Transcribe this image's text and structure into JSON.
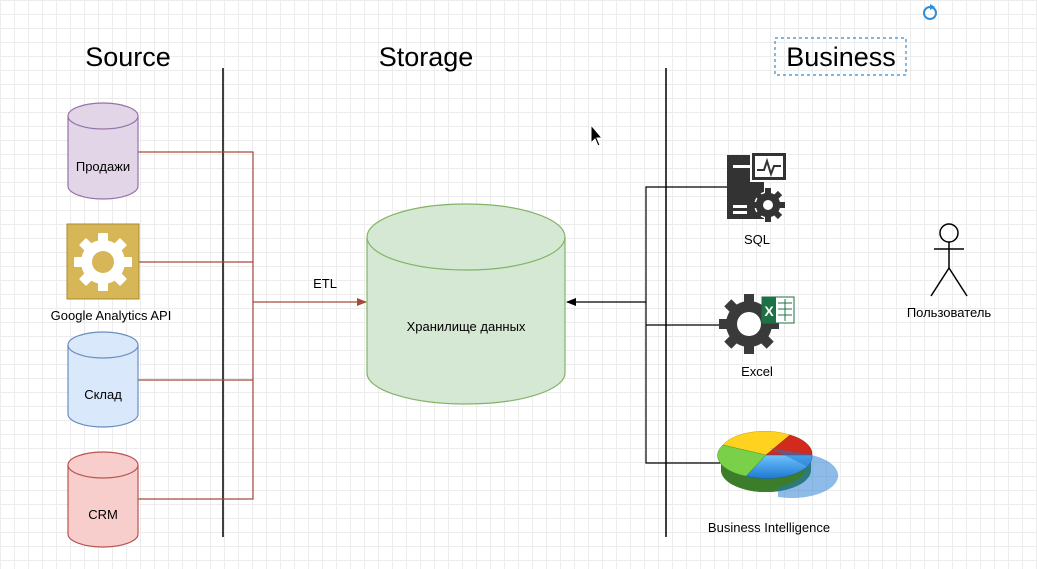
{
  "diagram": {
    "columns": {
      "source": "Source",
      "storage": "Storage",
      "business": "Business"
    },
    "sources": [
      {
        "label": "Продажи",
        "shape": "cylinder",
        "color": "#e1d5e7"
      },
      {
        "label": "Google Analytics API",
        "shape": "gear-tile",
        "icon": "gear-icon",
        "color": "#d6b656"
      },
      {
        "label": "Склад",
        "shape": "cylinder",
        "color": "#dae8fc"
      },
      {
        "label": "CRM",
        "shape": "cylinder",
        "color": "#f8cecc"
      }
    ],
    "storage": {
      "label": "Хранилище данных",
      "edge_label": "ETL",
      "color": "#d5e8d4"
    },
    "consumers": [
      {
        "label": "SQL",
        "icon": "server-gear-icon"
      },
      {
        "label": "Excel",
        "icon": "excel-gear-icon"
      },
      {
        "label": "Business Intelligence",
        "icon": "pie-chart-icon"
      }
    ],
    "actor": {
      "label": "Пользователь",
      "icon": "stick-figure-icon"
    }
  }
}
